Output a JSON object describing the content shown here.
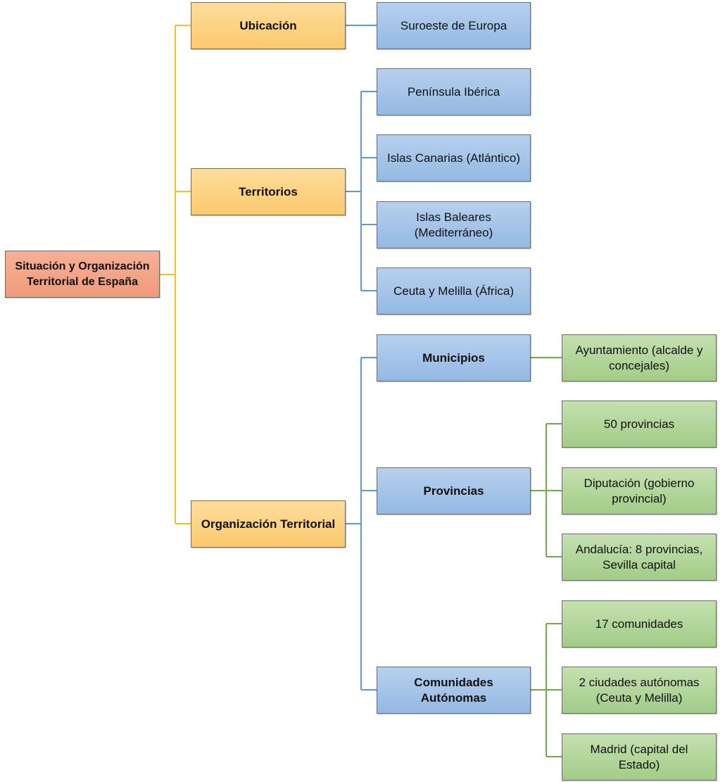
{
  "diagram": {
    "root": {
      "line1": "Situación y Organización",
      "line2": "Territorial  de España"
    },
    "ubicacion": {
      "label": "Ubicación",
      "children": [
        "Suroeste de Europa"
      ]
    },
    "territorios": {
      "label": "Territorios",
      "children": [
        {
          "line1": "Península Ibérica",
          "line2": ""
        },
        {
          "line1": "Islas Canarias (Atlántico)",
          "line2": ""
        },
        {
          "line1": "Islas Baleares",
          "line2": "(Mediterráneo)"
        },
        {
          "line1": "Ceuta y Melilla (África)",
          "line2": ""
        }
      ]
    },
    "organizacion": {
      "label": "Organización Territorial",
      "municipios": {
        "label": "Municipios",
        "children": [
          {
            "line1": "Ayuntamiento (alcalde y",
            "line2": "concejales)"
          }
        ]
      },
      "provincias": {
        "label": "Provincias",
        "children": [
          {
            "line1": "50 provincias",
            "line2": ""
          },
          {
            "line1": "Diputación (gobierno",
            "line2": "provincial)"
          },
          {
            "line1": "Andalucía: 8 provincias,",
            "line2": "Sevilla capital"
          }
        ]
      },
      "comunidades": {
        "line1": "Comunidades",
        "line2": "Autónomas",
        "children": [
          {
            "line1": "17 comunidades",
            "line2": ""
          },
          {
            "line1": "2 ciudades autónomas",
            "line2": "(Ceuta y Melilla)"
          },
          {
            "line1": "Madrid (capital del",
            "line2": "Estado)"
          }
        ]
      }
    },
    "colors": {
      "yellow_connector": "#f2c12e",
      "blue_connector": "#5b9bd5",
      "green_connector": "#70ad47"
    }
  }
}
